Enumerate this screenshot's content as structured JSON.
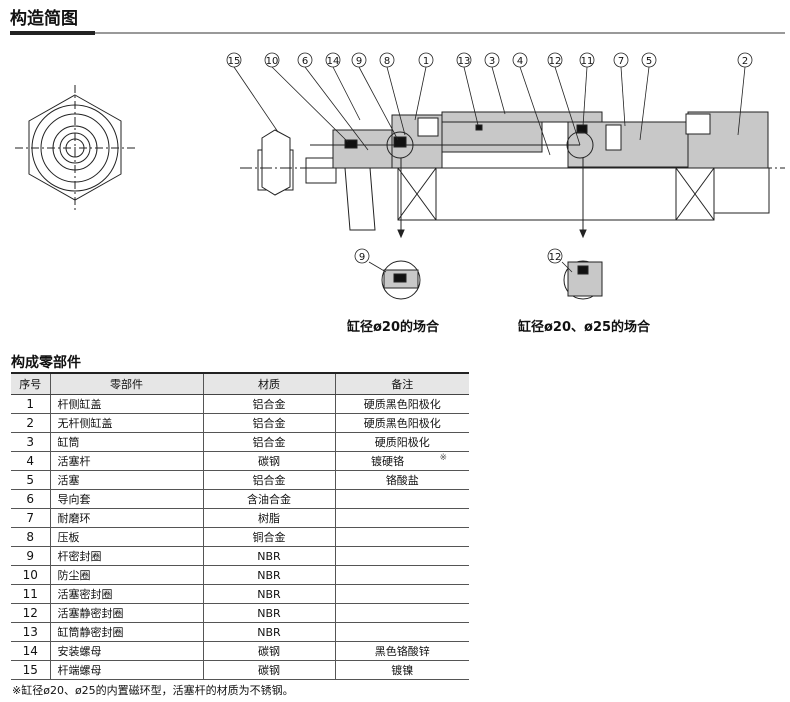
{
  "title": "构造简图",
  "diagram": {
    "callouts": [
      "15",
      "10",
      "6",
      "14",
      "9",
      "8",
      "1",
      "13",
      "3",
      "4",
      "12",
      "11",
      "7",
      "5",
      "2"
    ],
    "detail_callouts": [
      "9",
      "12"
    ],
    "captions": [
      "缸径ø20的场合",
      "缸径ø20、ø25的场合"
    ],
    "colors": {
      "part_fill": "#c8c8c8",
      "line": "#222222"
    }
  },
  "parts_title": "构成零部件",
  "table": {
    "headers": [
      "序号",
      "零部件",
      "材质",
      "备注"
    ],
    "rows": [
      {
        "no": "1",
        "part": "杆侧缸盖",
        "material": "铝合金",
        "note": "硬质黑色阳极化",
        "mark": ""
      },
      {
        "no": "2",
        "part": "无杆侧缸盖",
        "material": "铝合金",
        "note": "硬质黑色阳极化",
        "mark": ""
      },
      {
        "no": "3",
        "part": "缸筒",
        "material": "铝合金",
        "note": "硬质阳极化",
        "mark": ""
      },
      {
        "no": "4",
        "part": "活塞杆",
        "material": "碳钢",
        "note": "镀硬铬",
        "mark": "※"
      },
      {
        "no": "5",
        "part": "活塞",
        "material": "铝合金",
        "note": "铬酸盐",
        "mark": ""
      },
      {
        "no": "6",
        "part": "导向套",
        "material": "含油合金",
        "note": "",
        "mark": ""
      },
      {
        "no": "7",
        "part": "耐磨环",
        "material": "树脂",
        "note": "",
        "mark": ""
      },
      {
        "no": "8",
        "part": "压板",
        "material": "铜合金",
        "note": "",
        "mark": ""
      },
      {
        "no": "9",
        "part": "杆密封圈",
        "material": "NBR",
        "note": "",
        "mark": ""
      },
      {
        "no": "10",
        "part": "防尘圈",
        "material": "NBR",
        "note": "",
        "mark": ""
      },
      {
        "no": "11",
        "part": "活塞密封圈",
        "material": "NBR",
        "note": "",
        "mark": ""
      },
      {
        "no": "12",
        "part": "活塞静密封圈",
        "material": "NBR",
        "note": "",
        "mark": ""
      },
      {
        "no": "13",
        "part": "缸筒静密封圈",
        "material": "NBR",
        "note": "",
        "mark": ""
      },
      {
        "no": "14",
        "part": "安装螺母",
        "material": "碳钢",
        "note": "黑色铬酸锌",
        "mark": ""
      },
      {
        "no": "15",
        "part": "杆端螺母",
        "material": "碳钢",
        "note": "镀镍",
        "mark": ""
      }
    ]
  },
  "footnote": "※缸径ø20、ø25的内置磁环型，活塞杆的材质为不锈钢。"
}
